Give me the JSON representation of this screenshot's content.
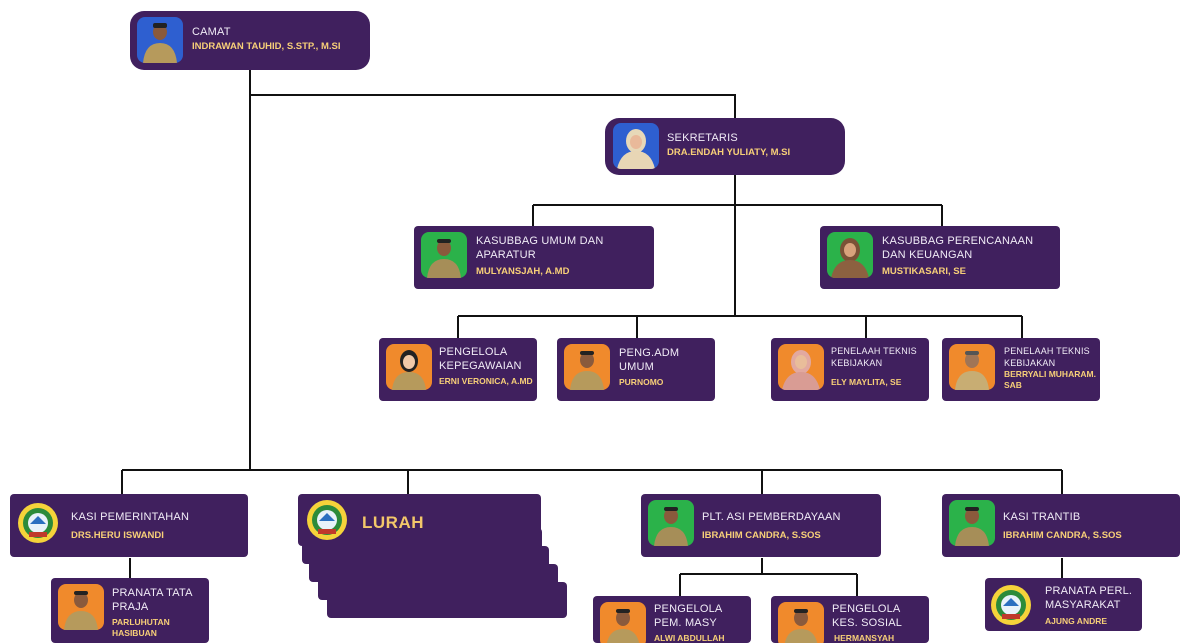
{
  "colors": {
    "card": "#40205e",
    "name_text": "#f7cf78",
    "line": "#111111"
  },
  "nodes": {
    "camat": {
      "role": "CAMAT",
      "name": "INDRAWAN TAUHID, S.STP., M.SI"
    },
    "sekretaris": {
      "role": "SEKRETARIS",
      "name": "DRA.ENDAH YULIATY, M.SI"
    },
    "kasubbag_umum": {
      "role": "KASUBBAG UMUM DAN APARATUR",
      "name": "MULYANSJAH, A.MD"
    },
    "kasubbag_perencanaan": {
      "role": "KASUBBAG PERENCANAAN DAN KEUANGAN",
      "name": "MUSTIKASARI, SE"
    },
    "pengelola_kepegawaian": {
      "role": "PENGELOLA KEPEGAWAIAN",
      "name": "ERNI VERONICA, A.MD"
    },
    "peng_adm_umum": {
      "role": "PENG.ADM UMUM",
      "name": "PURNOMO"
    },
    "penelaah_1": {
      "role": "PENELAAH TEKNIS KEBIJAKAN",
      "name": "ELY MAYLITA, SE"
    },
    "penelaah_2": {
      "role": "PENELAAH TEKNIS KEBIJAKAN",
      "name": "BERRYALI MUHARAM. SAB"
    },
    "kasi_pemerintahan": {
      "role": "KASI PEMERINTAHAN",
      "name": "DRS.HERU ISWANDI"
    },
    "lurah": {
      "label": "LURAH"
    },
    "plt_pemberdayaan": {
      "role": "PLT. ASI PEMBERDAYAAN",
      "name": "IBRAHIM CANDRA, S.SOS"
    },
    "kasi_trantib": {
      "role": "KASI TRANTIB",
      "name": "IBRAHIM CANDRA, S.SOS"
    },
    "pranata_tata_praja": {
      "role": "PRANATA TATA PRAJA",
      "name": "PARLUHUTAN HASIBUAN"
    },
    "pengelola_pem_masy": {
      "role": "PENGELOLA PEM. MASY",
      "name": "ALWI ABDULLAH"
    },
    "pengelola_kes_sosial": {
      "role": "PENGELOLA KES. SOSIAL",
      "name": "HERMANSYAH"
    },
    "pranata_perl": {
      "role": "PRANATA PERL. MASYARAKAT",
      "name": "AJUNG ANDRE"
    }
  }
}
